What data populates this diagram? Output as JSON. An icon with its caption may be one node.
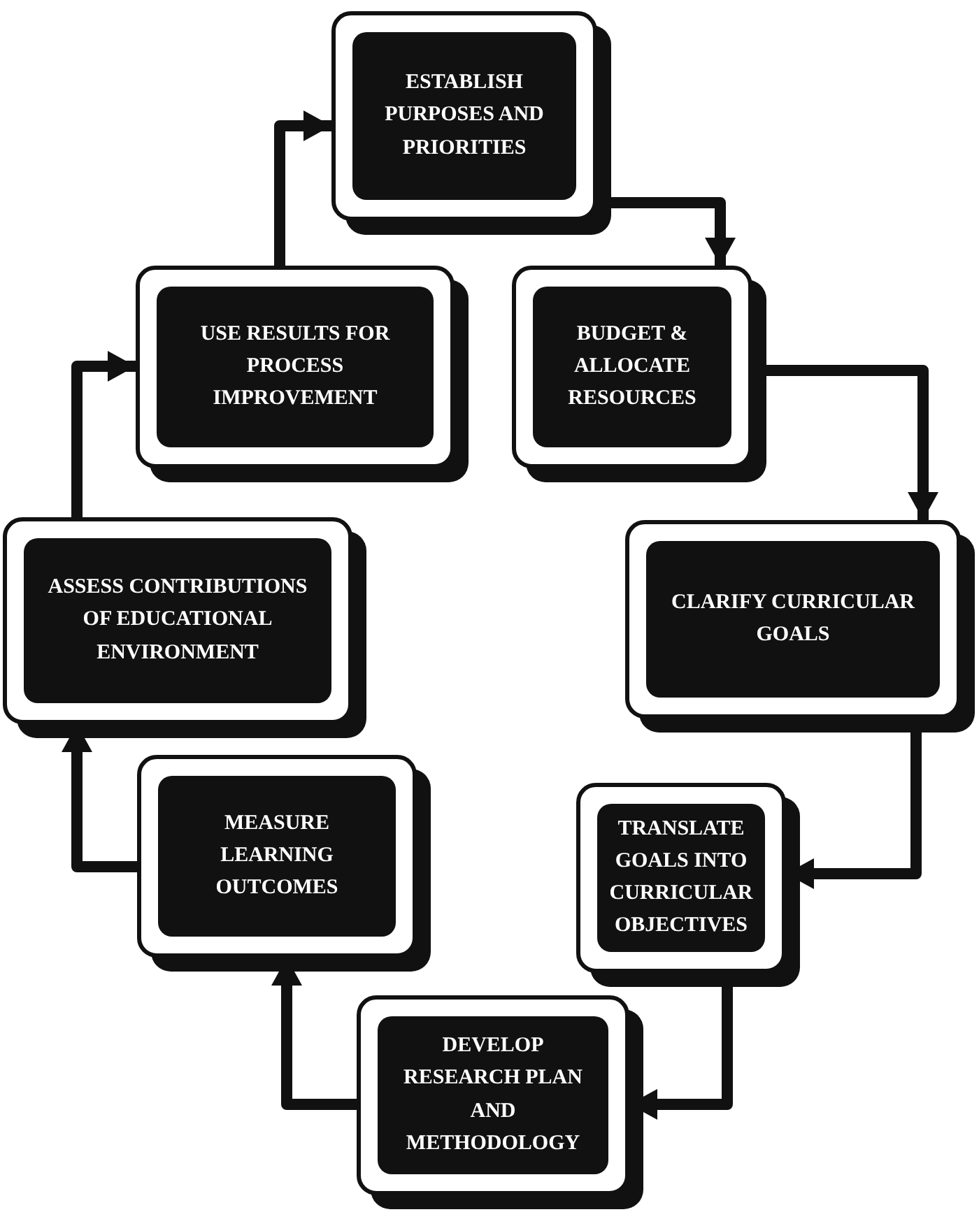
{
  "diagram": {
    "nodes": [
      {
        "text": [
          "ESTABLISH PURPOSES AND PRIORITIES"
        ]
      },
      {
        "text": [
          "BUDGET & ALLOCATE RESOURCES"
        ]
      },
      {
        "text": [
          "CLARIFY CURRICULAR GOALS"
        ]
      },
      {
        "text": [
          "TRANSLATE GOALS INTO CURRICULAR OBJECTIVES"
        ]
      },
      {
        "text": [
          "DEVELOP RESEARCH PLAN AND METHODOLOGY"
        ]
      },
      {
        "text": [
          "MEASURE LEARNING OUTCOMES"
        ]
      },
      {
        "text": [
          "ASSESS CONTRIBUTIONS OF EDUCATIONAL ENVIRONMENT"
        ]
      },
      {
        "text": [
          "USE RESULTS FOR PROCESS IMPROVEMENT"
        ]
      }
    ],
    "edges": [
      {
        "from": 0,
        "to": 1,
        "arrow": "to"
      },
      {
        "from": 1,
        "to": 2,
        "arrow": "to"
      },
      {
        "from": 2,
        "to": 3,
        "arrow": "to"
      },
      {
        "from": 3,
        "to": 4,
        "arrow": "to"
      },
      {
        "from": 4,
        "to": 5,
        "arrow": "to"
      },
      {
        "from": 5,
        "to": 6,
        "arrow": "to"
      },
      {
        "from": 6,
        "to": 7,
        "arrow": "to"
      },
      {
        "from": 7,
        "to": 0,
        "arrow": "to"
      }
    ]
  }
}
